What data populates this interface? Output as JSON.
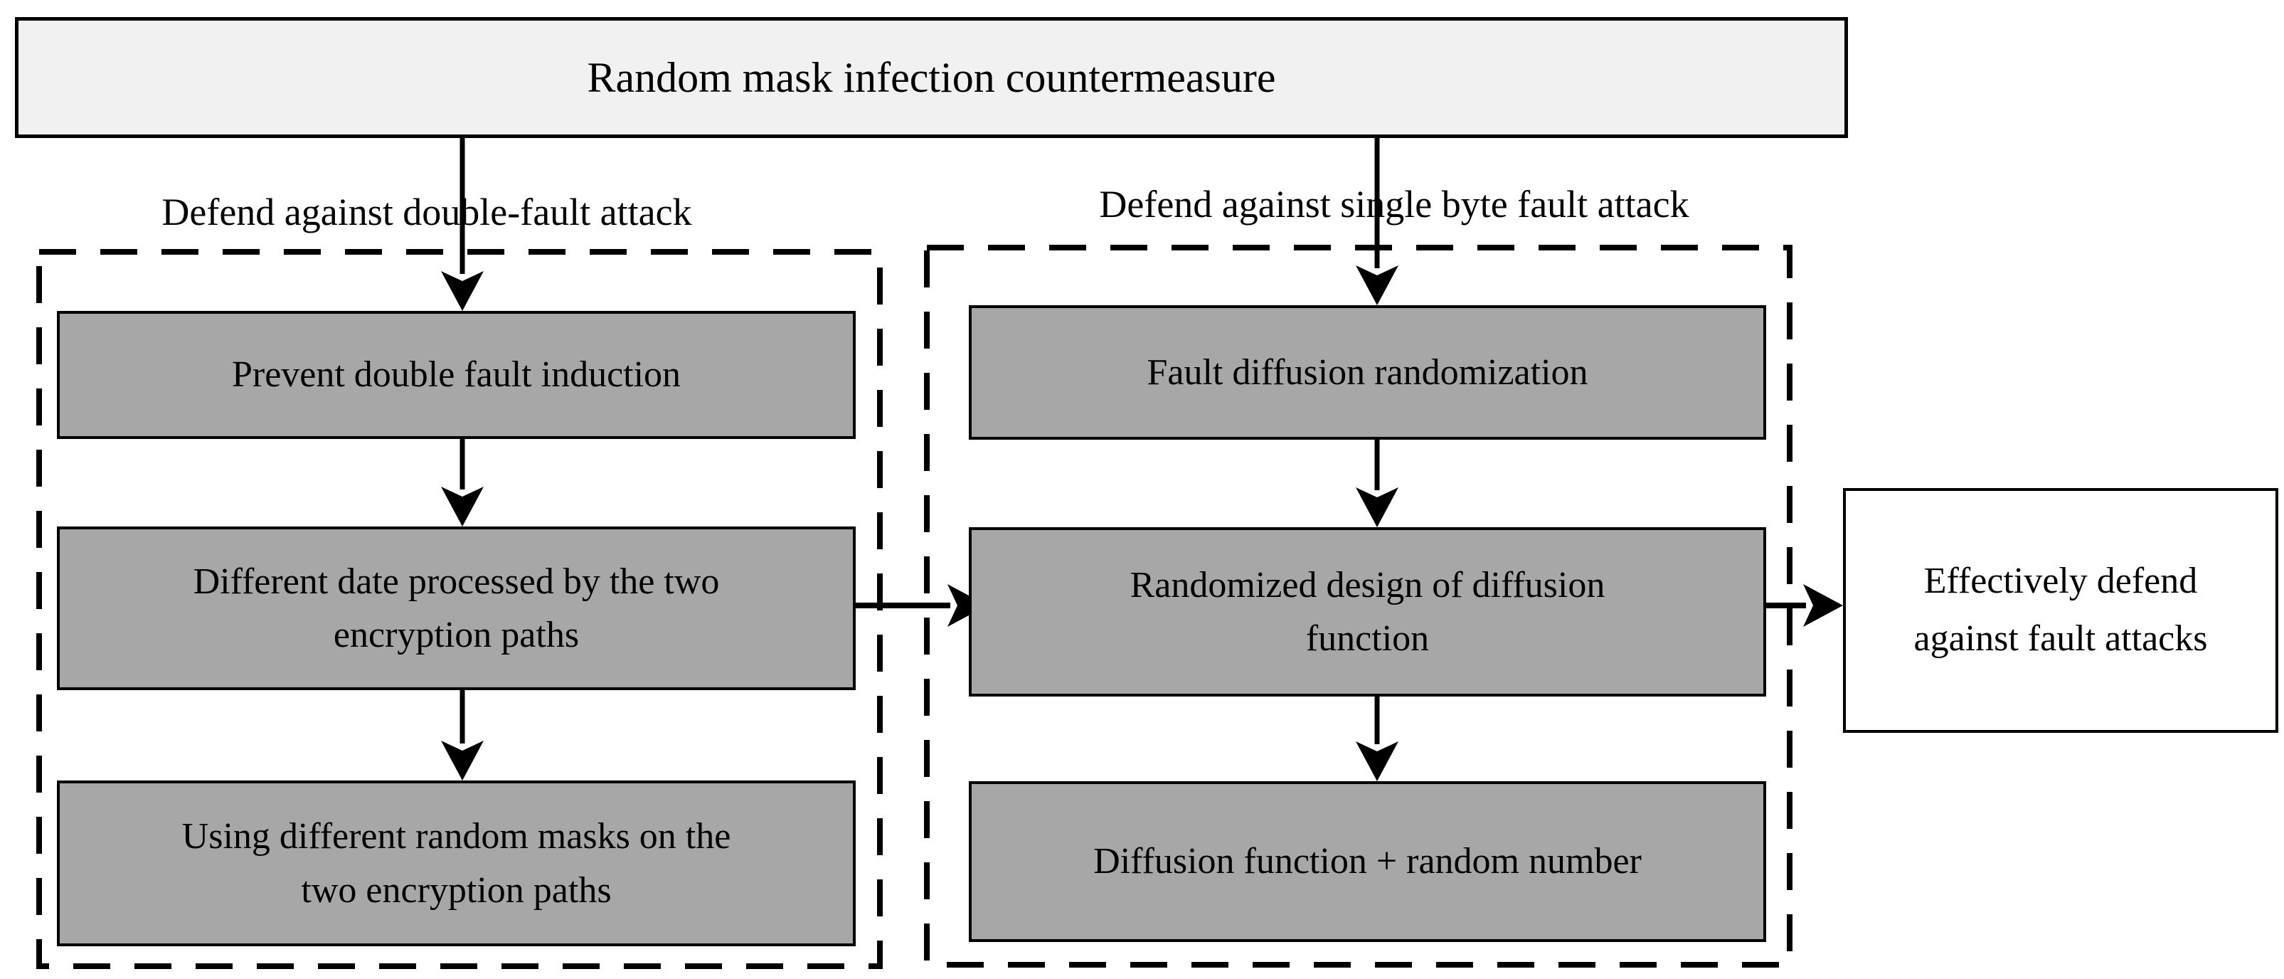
{
  "diagram": {
    "title": "Random mask infection countermeasure",
    "left_branch": {
      "label": "Defend against double-fault attack",
      "steps": [
        "Prevent double fault induction",
        "Different date processed by the two\nencryption paths",
        "Using different random masks on the\ntwo encryption paths"
      ]
    },
    "right_branch": {
      "label": "Defend against single byte fault attack",
      "steps": [
        "Fault diffusion randomization",
        "Randomized design of diffusion\nfunction",
        "Diffusion function + random number"
      ]
    },
    "outcome": "Effectively defend\nagainst fault attacks",
    "colors": {
      "box_fill": "#a7a7a7",
      "title_fill": "#f1f1f1",
      "outcome_fill": "#ffffff",
      "line_color": "#000000"
    }
  }
}
